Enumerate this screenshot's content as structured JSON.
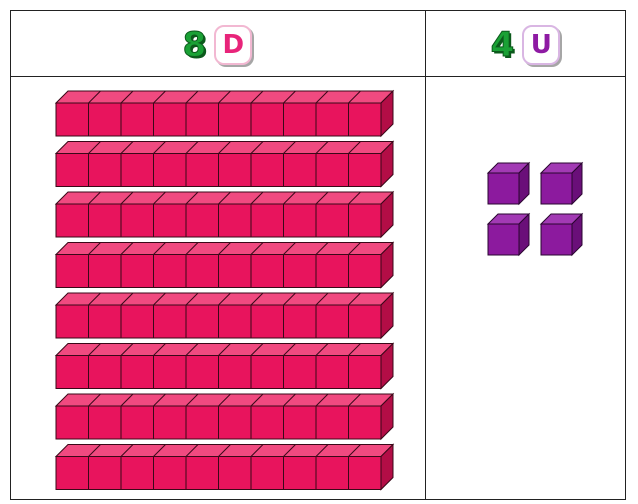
{
  "header": {
    "tens_count": "8",
    "tens_symbol": "D",
    "units_count": "4",
    "units_symbol": "U"
  },
  "blocks": {
    "tens_rods": 8,
    "cubes_per_rod": 10,
    "unit_cubes": 4
  },
  "colors": {
    "tens_face": "#e8145d",
    "tens_top": "#f04a80",
    "tens_side": "#b30d46",
    "unit_face": "#8c1a9e",
    "unit_top": "#a23ab4",
    "unit_side": "#6a0f79",
    "number_green": "#1aa135",
    "d_pink": "#e8247a",
    "u_purple": "#8e1aa3"
  }
}
